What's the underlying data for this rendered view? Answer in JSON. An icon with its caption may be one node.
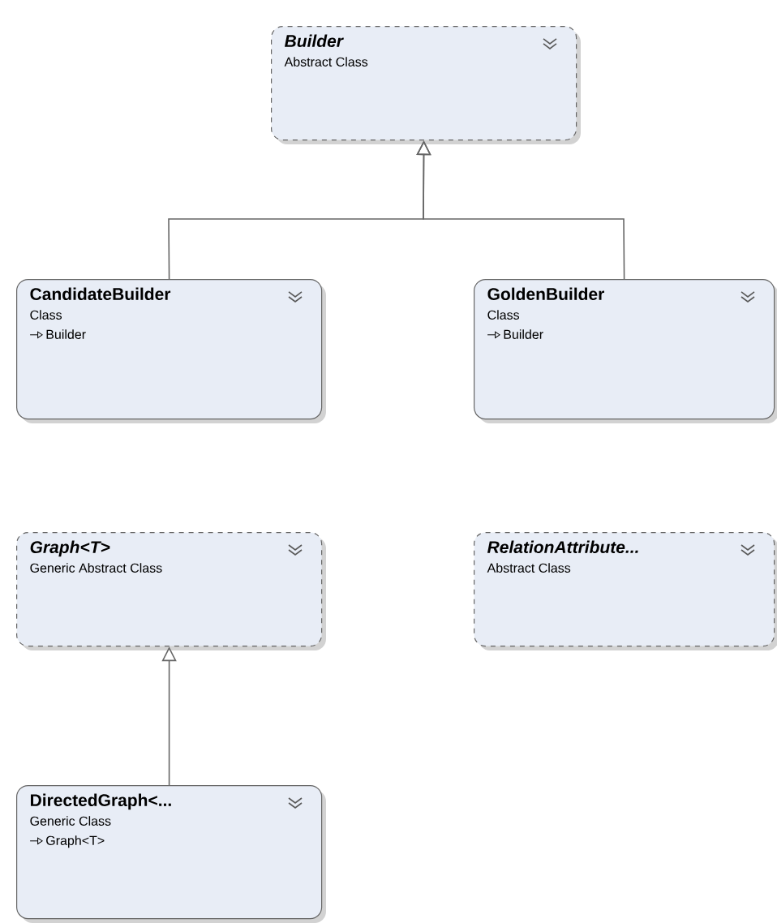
{
  "diagram": {
    "nodes": [
      {
        "text": [
          "Builder",
          "Abstract Class"
        ]
      },
      {
        "text": [
          "CandidateBuilder",
          "Class",
          "Builder"
        ]
      },
      {
        "text": [
          "GoldenBuilder",
          "Class",
          "Builder"
        ]
      },
      {
        "text": [
          "Graph<T>",
          "Generic Abstract Class"
        ]
      },
      {
        "text": [
          "RelationAttribute...",
          "Abstract Class"
        ]
      },
      {
        "text": [
          "DirectedGraph<...",
          "Generic Class",
          "Graph<T>"
        ]
      }
    ],
    "edges": [
      {
        "from": 1,
        "to": 0,
        "arrow": "to"
      },
      {
        "from": 2,
        "to": 0,
        "arrow": "to"
      },
      {
        "from": 5,
        "to": 3,
        "arrow": "to"
      }
    ]
  }
}
